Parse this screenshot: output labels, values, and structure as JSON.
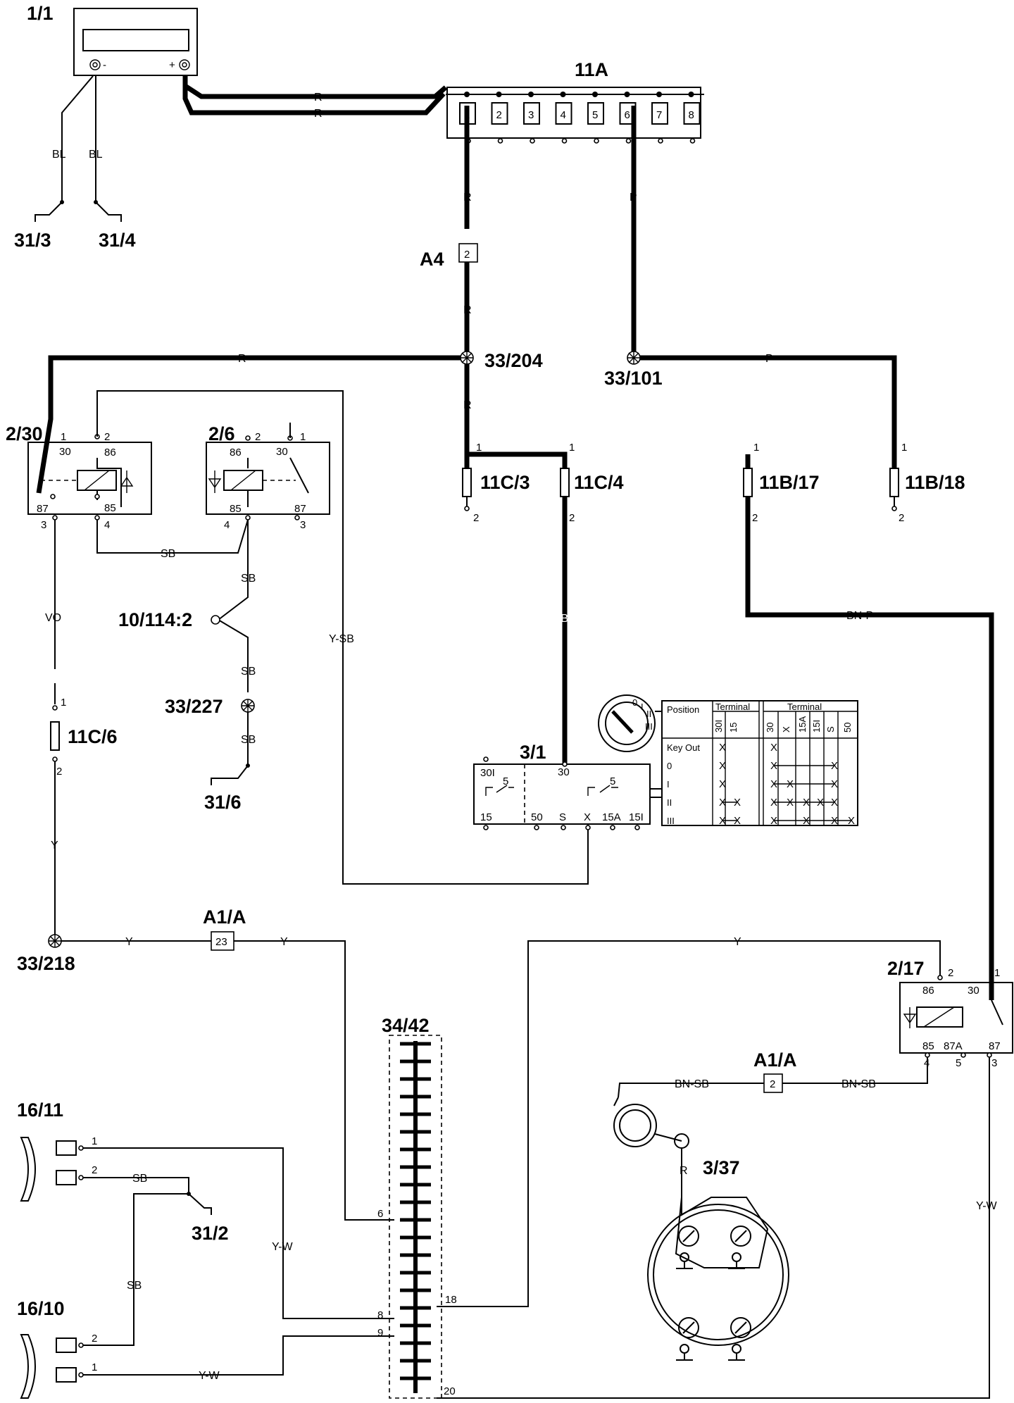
{
  "components": {
    "battery": "1/1",
    "fuse_box": "11A",
    "fuse_a4": "A4",
    "junction_204": "33/204",
    "junction_101": "33/101",
    "relay_230": "2/30",
    "relay_26": "2/6",
    "fuse_11c3": "11C/3",
    "fuse_11c4": "11C/4",
    "fuse_11b17": "11B/17",
    "fuse_11b18": "11B/18",
    "connector_10114": "10/114:2",
    "junction_227": "33/227",
    "ground_316": "31/6",
    "fuse_11c6": "11C/6",
    "ignition_switch": "3/1",
    "junction_218": "33/218",
    "connector_a1a_top": "A1/A",
    "connector_a1a_bottom": "A1/A",
    "relay_217": "2/17",
    "connector_3442": "34/42",
    "sensor_1611": "16/11",
    "sensor_1610": "16/10",
    "ground_312": "31/2",
    "lamp_337": "3/37",
    "ground_313": "31/3",
    "ground_314": "31/4"
  },
  "wire_labels": {
    "r_top1": "R",
    "r_top2": "R",
    "bl_left": "BL",
    "bl_right": "BL",
    "r_fuse1": "R",
    "r_a4": "R",
    "r_left": "R",
    "r_204": "R",
    "p_fuse6": "P",
    "p_101": "P",
    "sb_relays": "SB",
    "sb_2": "SB",
    "sb_3": "SB",
    "sb_4": "SB",
    "vo": "VO",
    "ysb": "Y-SB",
    "ybn": "Y-BN",
    "bnp": "BN-P",
    "y_fuse": "Y",
    "y_218": "Y",
    "y_a1a": "Y",
    "y_217": "Y",
    "bnsb_left": "BN-SB",
    "bnsb_right": "BN-SB",
    "r_lamp": "R",
    "yw_right": "Y-W",
    "yw_left": "Y-W",
    "yw_bottom": "Y-W",
    "sb_1611": "SB",
    "sb_1610": "SB"
  },
  "fuse_box_slots": [
    "1",
    "2",
    "3",
    "4",
    "5",
    "6",
    "7",
    "8"
  ],
  "fuse_a4_number": "2",
  "a1a_top_number": "23",
  "a1a_bottom_number": "2",
  "battery_terminals": {
    "neg": "-",
    "pos": "+"
  },
  "relay_230_pins": {
    "p1": "1",
    "p30": "30",
    "p2": "2",
    "p86": "86",
    "p87": "87",
    "p85": "85",
    "p3": "3",
    "p4": "4"
  },
  "relay_26_pins": {
    "p2": "2",
    "p86": "86",
    "p1": "1",
    "p30": "30",
    "p85": "85",
    "p87": "87",
    "p4": "4",
    "p3": "3"
  },
  "relay_217_pins": {
    "p2": "2",
    "p1": "1",
    "p86": "86",
    "p30": "30",
    "p85": "85",
    "p87a": "87A",
    "p87": "87",
    "p4": "4",
    "p5": "5",
    "p3": "3"
  },
  "fuse_pins": {
    "c3_1": "1",
    "c3_2": "2",
    "c4_1": "1",
    "c4_2": "2",
    "b17_1": "1",
    "b17_2": "2",
    "b18_1": "1",
    "b18_2": "2",
    "c6_1": "1",
    "c6_2": "2"
  },
  "ignition_terminals": {
    "t30i": "30I",
    "t5a": "5",
    "t30": "30",
    "t5b": "5",
    "t15": "15",
    "t50": "50",
    "ts": "S",
    "tx": "X",
    "t15a": "15A",
    "t15i": "15I"
  },
  "connector_3442_pins": {
    "p6": "6",
    "p18": "18",
    "p8": "8",
    "p9": "9",
    "p20": "20"
  },
  "sensor_pins": {
    "s1611_1": "1",
    "s1611_2": "2",
    "s1610_2": "2",
    "s1610_1": "1"
  },
  "ignition_table": {
    "header_position": "Position",
    "header_terminal_left": "Terminal",
    "header_terminal_right": "Terminal",
    "cols_left": [
      "30I",
      "15"
    ],
    "cols_right": [
      "30",
      "X",
      "15A",
      "15I",
      "S",
      "50"
    ],
    "rows": [
      {
        "pos": "Key Out",
        "left": [
          "X",
          ""
        ],
        "right": [
          "X",
          "",
          "",
          "",
          "",
          ""
        ]
      },
      {
        "pos": "0",
        "left": [
          "X",
          ""
        ],
        "right": [
          "X",
          "",
          "",
          "",
          "X",
          ""
        ]
      },
      {
        "pos": "I",
        "left": [
          "X",
          ""
        ],
        "right": [
          "X",
          "X",
          "",
          "",
          "X",
          ""
        ]
      },
      {
        "pos": "II",
        "left": [
          "X",
          "X"
        ],
        "right": [
          "X",
          "X",
          "X",
          "X",
          "X",
          ""
        ]
      },
      {
        "pos": "III",
        "left": [
          "X",
          "X"
        ],
        "right": [
          "X",
          "",
          "X",
          "",
          "X",
          "X"
        ]
      }
    ],
    "key_marks": [
      "0",
      "I",
      "II",
      "III"
    ]
  }
}
